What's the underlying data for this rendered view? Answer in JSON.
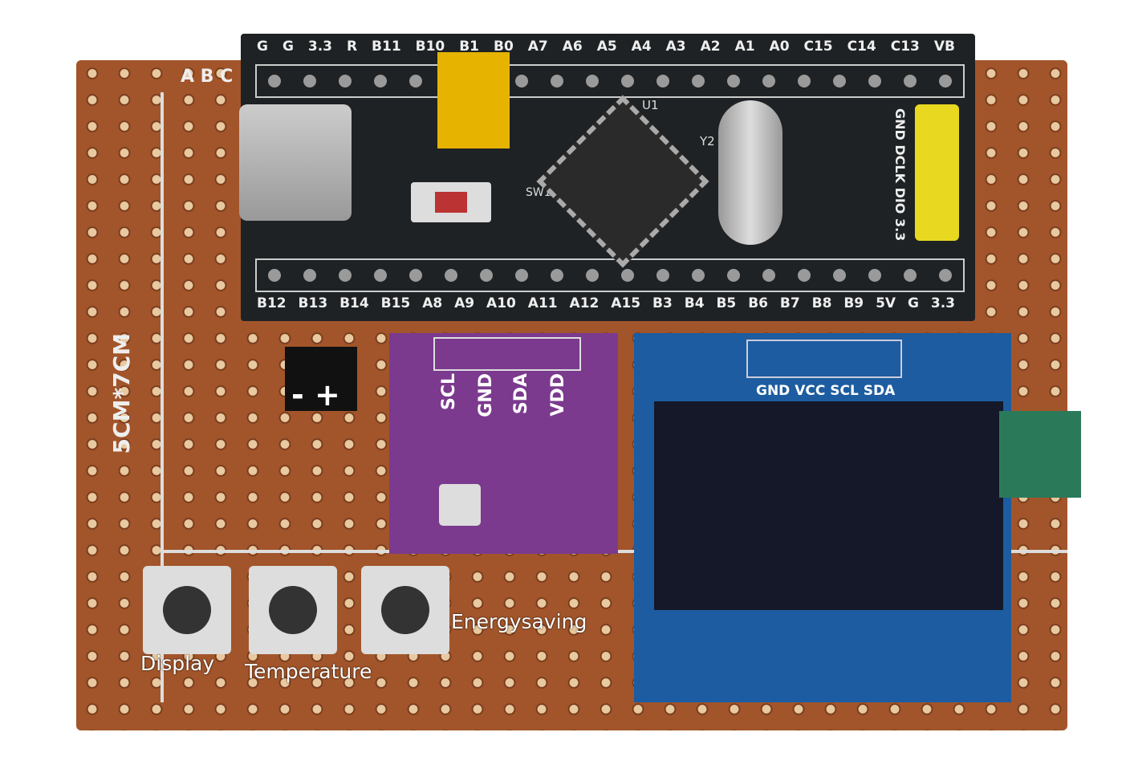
{
  "board": {
    "size_label": "5CM*7CM",
    "column_labels": "A B C"
  },
  "stm32": {
    "top_pins": [
      "G",
      "G",
      "3.3",
      "R",
      "B11",
      "B10",
      "B1",
      "B0",
      "A7",
      "A6",
      "A5",
      "A4",
      "A3",
      "A2",
      "A1",
      "A0",
      "C15",
      "C14",
      "C13",
      "VB"
    ],
    "bottom_pins": [
      "B12",
      "B13",
      "B14",
      "B15",
      "A8",
      "A9",
      "A10",
      "A11",
      "A12",
      "A15",
      "B3",
      "B4",
      "B5",
      "B6",
      "B7",
      "B8",
      "B9",
      "5V",
      "G",
      "3.3"
    ],
    "debug_pins": "GND DCLK DIO 3.3",
    "chip_label": "U1",
    "crystal_label": "Y2",
    "button_label": "SW1"
  },
  "sensor": {
    "pins": [
      "SCL",
      "GND",
      "SDA",
      "VDD"
    ]
  },
  "oled": {
    "pins": "GND VCC SCL SDA"
  },
  "power": {
    "label": "- +"
  },
  "annotations": {
    "display": "Display",
    "temperature": "Temperature",
    "energysaving": "Energysaving"
  }
}
